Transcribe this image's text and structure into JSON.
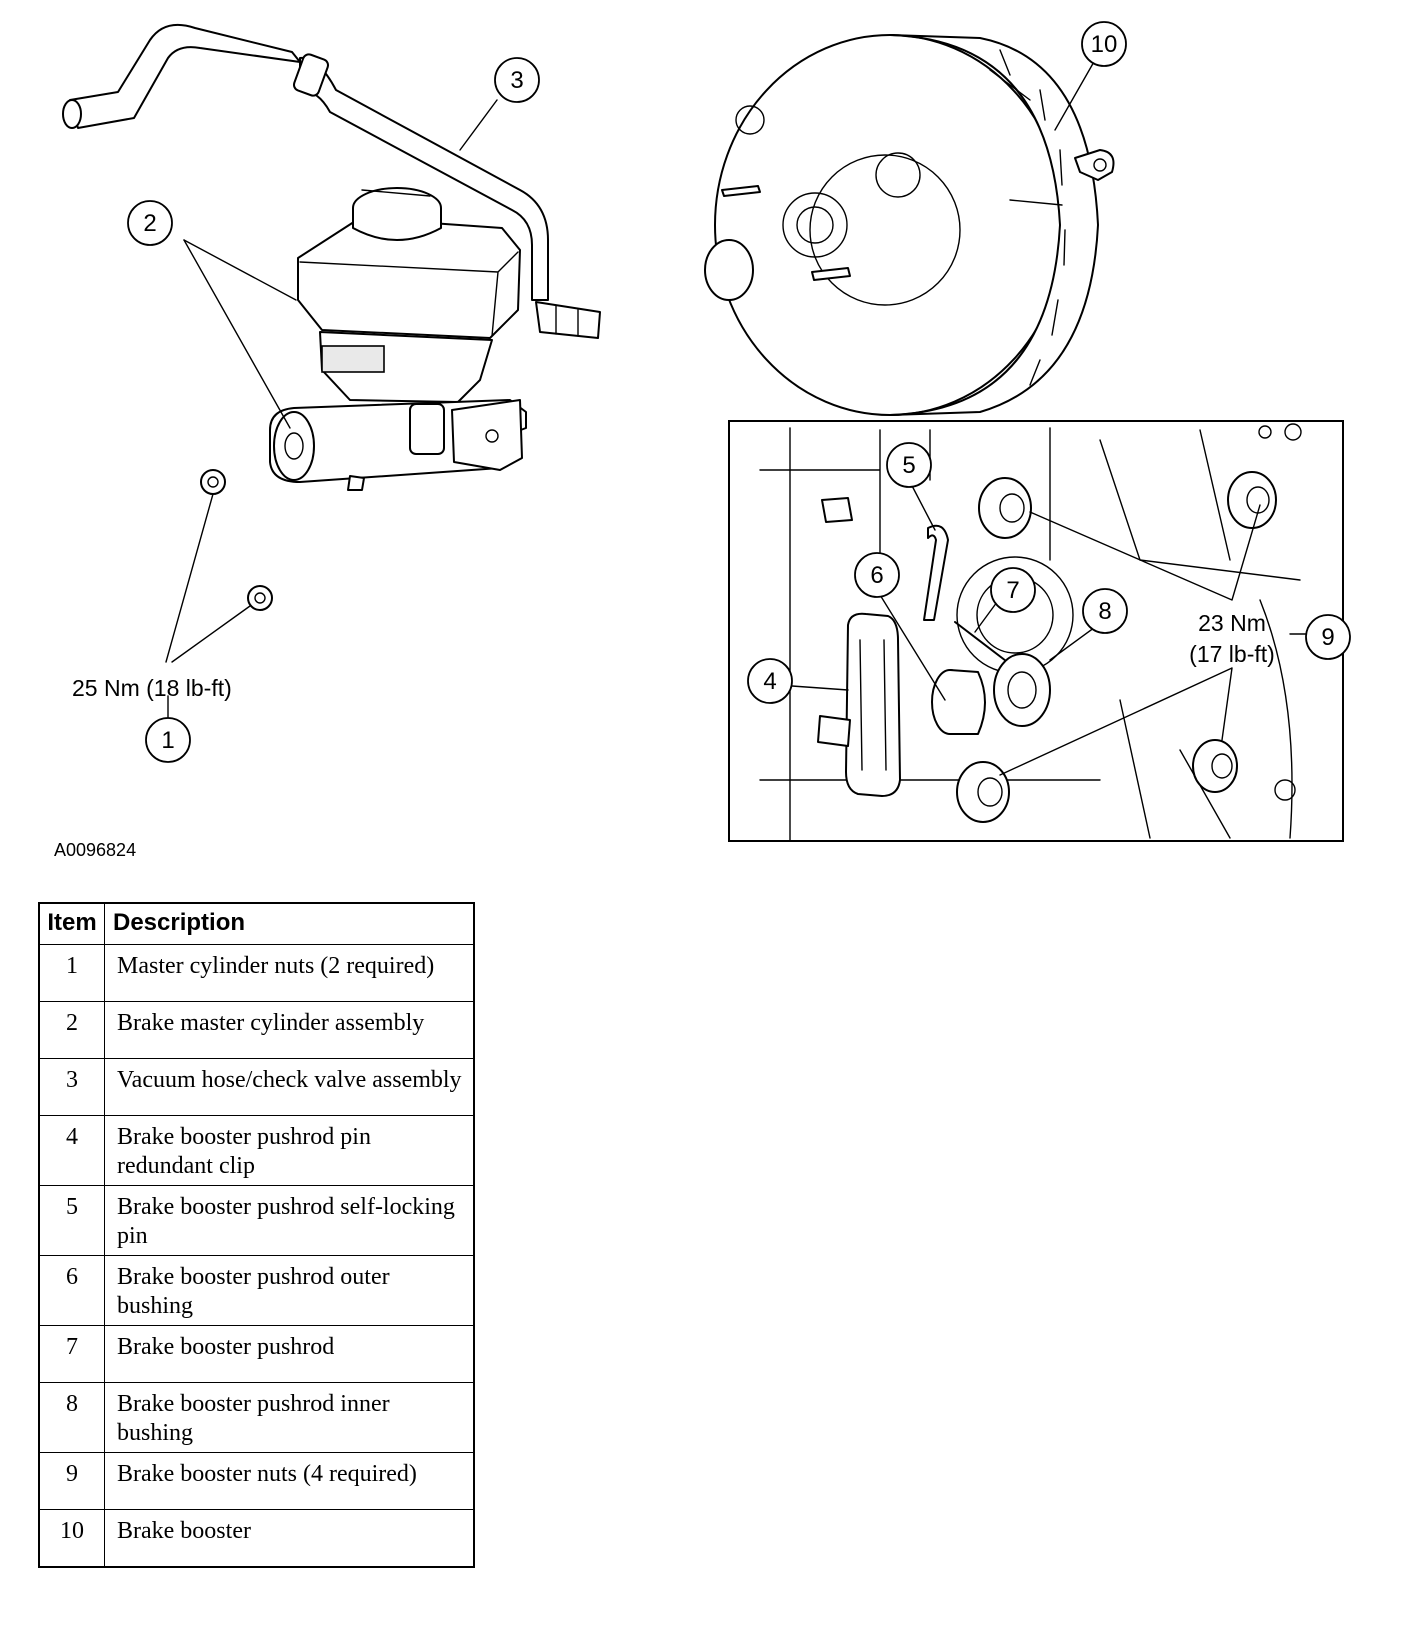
{
  "diagram": {
    "figure_id": "A0096824",
    "callouts": [
      "1",
      "2",
      "3",
      "4",
      "5",
      "6",
      "7",
      "8",
      "9",
      "10"
    ],
    "torque_master_cylinder": "25 Nm (18 lb-ft)",
    "torque_booster_line1": "23 Nm",
    "torque_booster_line2": "(17 lb-ft)"
  },
  "table": {
    "headers": {
      "item": "Item",
      "description": "Description"
    },
    "rows": [
      {
        "item": "1",
        "description": "Master cylinder nuts (2 required)"
      },
      {
        "item": "2",
        "description": "Brake master cylinder assembly"
      },
      {
        "item": "3",
        "description": "Vacuum hose/check valve assembly"
      },
      {
        "item": "4",
        "description": "Brake booster pushrod pin redundant clip"
      },
      {
        "item": "5",
        "description": "Brake booster pushrod self-locking pin"
      },
      {
        "item": "6",
        "description": "Brake booster pushrod outer bushing"
      },
      {
        "item": "7",
        "description": "Brake booster pushrod"
      },
      {
        "item": "8",
        "description": "Brake booster pushrod inner bushing"
      },
      {
        "item": "9",
        "description": "Brake booster nuts (4 required)"
      },
      {
        "item": "10",
        "description": "Brake booster"
      }
    ]
  }
}
